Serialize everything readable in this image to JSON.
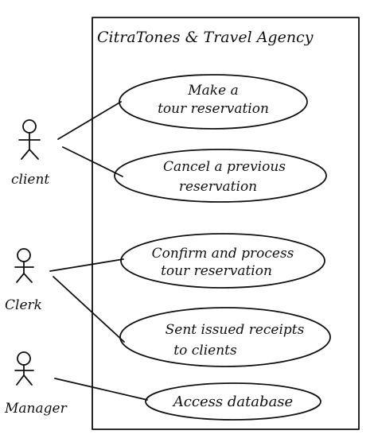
{
  "system": {
    "title": "CitraTones & Travel Agency"
  },
  "actors": [
    {
      "id": "client",
      "label": "client"
    },
    {
      "id": "clerk",
      "label": "Clerk"
    },
    {
      "id": "manager",
      "label": "Manager"
    }
  ],
  "use_cases": [
    {
      "id": "make-tour-reservation",
      "lines": [
        "Make a",
        "tour reservation"
      ]
    },
    {
      "id": "cancel-previous-reservation",
      "lines": [
        "Cancel a previous",
        "reservation"
      ]
    },
    {
      "id": "confirm-process-reservation",
      "lines": [
        "Confirm and process",
        "tour reservation"
      ]
    },
    {
      "id": "send-receipts",
      "lines": [
        "Sent issued receipts",
        "to clients"
      ]
    },
    {
      "id": "access-database",
      "lines": [
        "Access database"
      ]
    }
  ],
  "associations": [
    {
      "actor": "client",
      "use_case": "make-tour-reservation"
    },
    {
      "actor": "client",
      "use_case": "cancel-previous-reservation"
    },
    {
      "actor": "clerk",
      "use_case": "confirm-process-reservation"
    },
    {
      "actor": "clerk",
      "use_case": "send-receipts"
    },
    {
      "actor": "manager",
      "use_case": "access-database"
    }
  ],
  "colors": {
    "ink": "#111111",
    "background": "#ffffff"
  }
}
